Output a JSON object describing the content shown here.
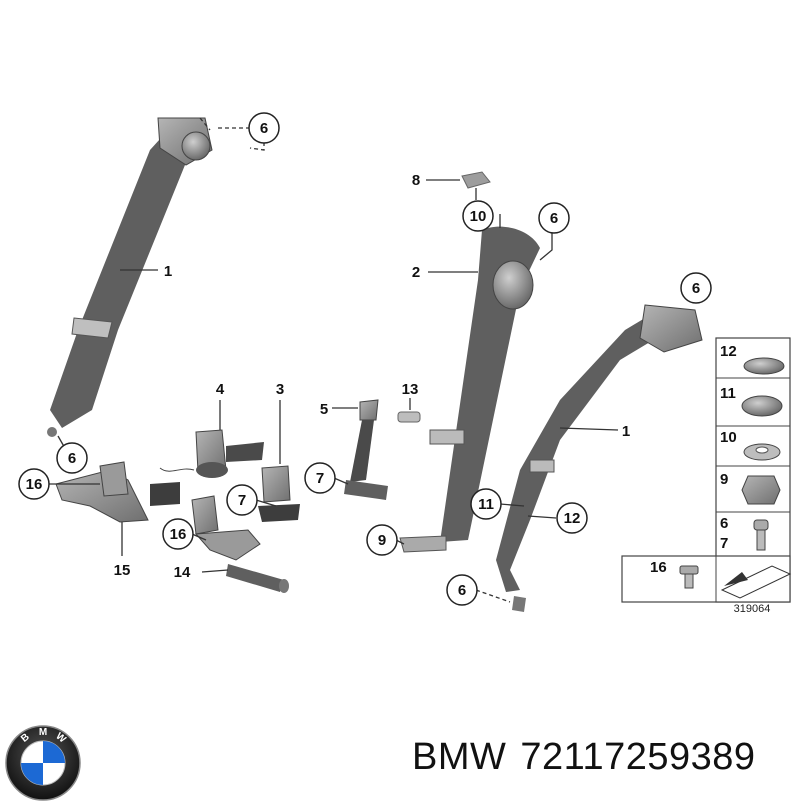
{
  "diagram": {
    "callouts": {
      "c1a": "1",
      "c1b": "1",
      "c2": "2",
      "c3": "3",
      "c4": "4",
      "c5": "5",
      "c6a": "6",
      "c6b": "6",
      "c6c": "6",
      "c6d": "6",
      "c6e": "6",
      "c7a": "7",
      "c7b": "7",
      "c8": "8",
      "c9": "9",
      "c10": "10",
      "c11": "11",
      "c12": "12",
      "c13": "13",
      "c14": "14",
      "c15": "15",
      "c16a": "16",
      "c16b": "16"
    },
    "legend": {
      "r12": "12",
      "r11": "11",
      "r10": "10",
      "r9": "9",
      "r67a": "6",
      "r67b": "7",
      "r16": "16"
    },
    "drawing_number": "319064"
  },
  "footer": {
    "brand": "BMW",
    "part_number": "72117259389"
  },
  "logo": {
    "letters": [
      "B",
      "M",
      "W"
    ]
  },
  "colors": {
    "belt": "#5f5f5f",
    "part": "#8c8c8c",
    "dark": "#3d3d3d",
    "bmw_blue": "#1c69d4"
  }
}
